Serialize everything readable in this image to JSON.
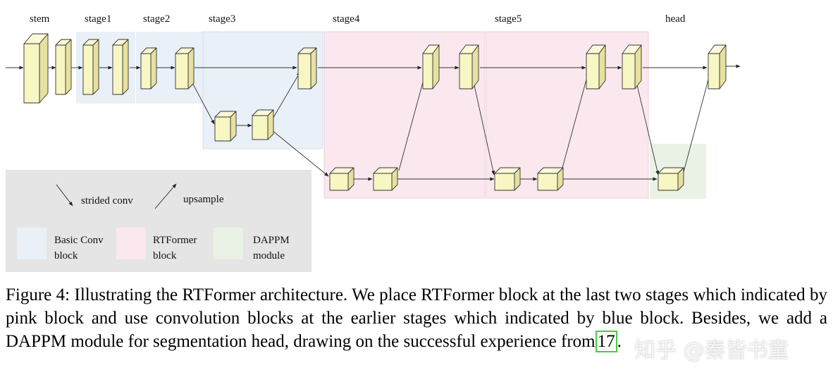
{
  "stages": {
    "stem": "stem",
    "stage1": "stage1",
    "stage2": "stage2",
    "stage3": "stage3",
    "stage4": "stage4",
    "stage5": "stage5",
    "head": "head"
  },
  "legend": {
    "strided_conv": "strided conv",
    "upsample": "upsample",
    "basic_conv_line1": "Basic Conv",
    "basic_conv_line2": "block",
    "rtformer_line1": "RTFormer",
    "rtformer_line2": "block",
    "dappm_line1": "DAPPM",
    "dappm_line2": "module"
  },
  "colors": {
    "basic_conv_block": "#e9f0f7",
    "rtformer_block": "#fbe8ef",
    "dappm_module": "#eaf2e6",
    "legend_background": "#e5e5e5",
    "feature_block": "#f8f6c2"
  },
  "caption": {
    "text": "Figure 4: Illustrating the RTFormer architecture. We place RTFormer block at the last two stages which indicated by pink block and use convolution blocks at the earlier stages which indicated by blue block. Besides, we add a DAPPM module for segmentation head, drawing on the successful experience from",
    "ref": "17",
    "end": "."
  },
  "watermark": "知乎 @秦皆书童"
}
